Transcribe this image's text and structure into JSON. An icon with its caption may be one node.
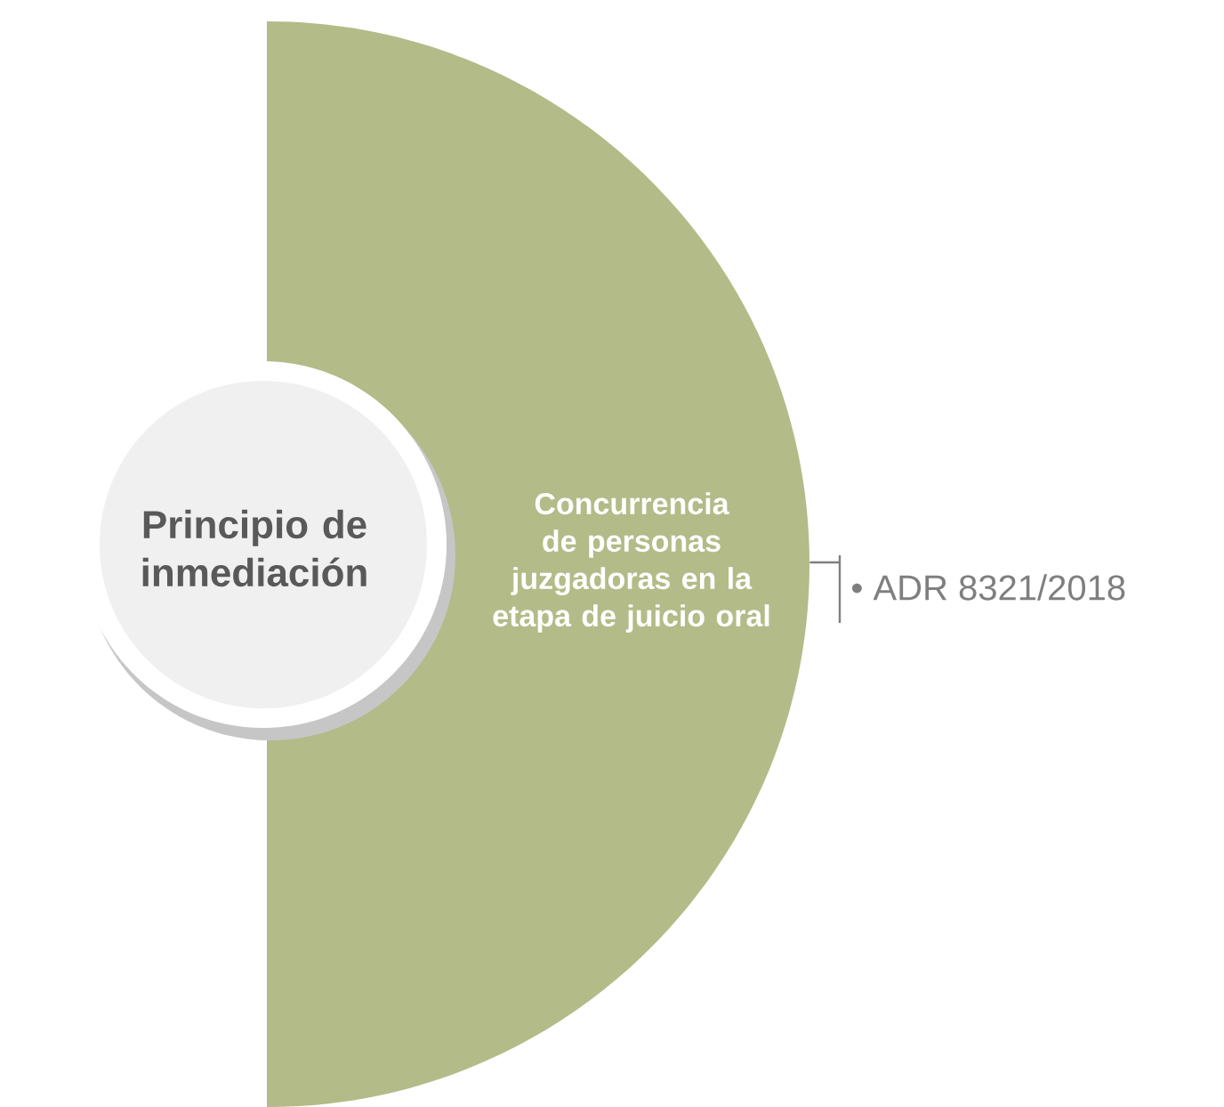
{
  "diagram": {
    "nodes": [
      {
        "text": [
          "Principio de inmediación"
        ]
      },
      {
        "text": [
          "Concurrencia de personas juzgadoras en la etapa de juicio oral"
        ]
      },
      {
        "text": [
          "• ADR 8321/2018"
        ]
      }
    ],
    "edges": [
      {
        "from": 1,
        "to": 2,
        "arrow": "none"
      }
    ]
  }
}
